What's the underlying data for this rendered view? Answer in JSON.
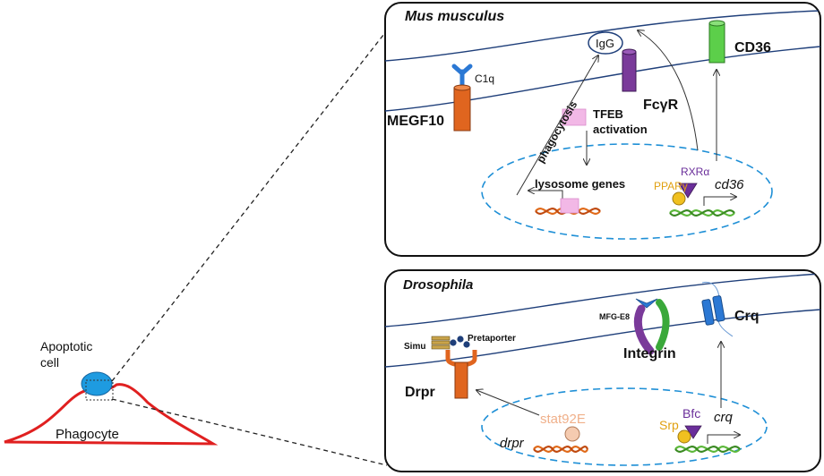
{
  "panels": {
    "mouse": {
      "title": "Mus musculus",
      "receptors": {
        "megf10": "MEGF10",
        "c1q": "C1q",
        "igg": "IgG",
        "fcgr": "FcγR",
        "cd36": "CD36"
      },
      "phagocytosis": "phagocytosis",
      "tfeb_line1": "TFEB",
      "tfeb_line2": "activation",
      "lysosome_genes": "lysosome genes",
      "rxra": "RXRα",
      "ppary": "PPARγ",
      "cd36_gene": "cd36"
    },
    "fly": {
      "title": "Drosophila",
      "simu": "Simu",
      "pretaporter": "Pretaporter",
      "drpr": "Drpr",
      "mfge8": "MFG-E8",
      "integrin": "Integrin",
      "crq": "Crq",
      "stat92e": "stat92E",
      "drpr_gene": "drpr",
      "srp": "Srp",
      "bfc": "Bfc",
      "crq_gene": "crq"
    }
  },
  "cell": {
    "apoptotic_line1": "Apoptotic",
    "apoptotic_line2": "cell",
    "phagocyte": "Phagocyte"
  },
  "colors": {
    "membrane": "#1f3f7a",
    "nucleus": "#1e8fd6",
    "megf10": "#e0651f",
    "fcgr": "#7a3a9a",
    "cd36": "#5ccf4a",
    "tfeb": "#f2b8e6",
    "ppary": "#f0c020",
    "rxra": "#6a2e9a",
    "dna_red": "#e06a1a",
    "dna_green": "#5cb83a",
    "apoptotic_cell": "#1e9be0",
    "phagocyte": "#e02020",
    "stat92e": "#f0b08a"
  }
}
